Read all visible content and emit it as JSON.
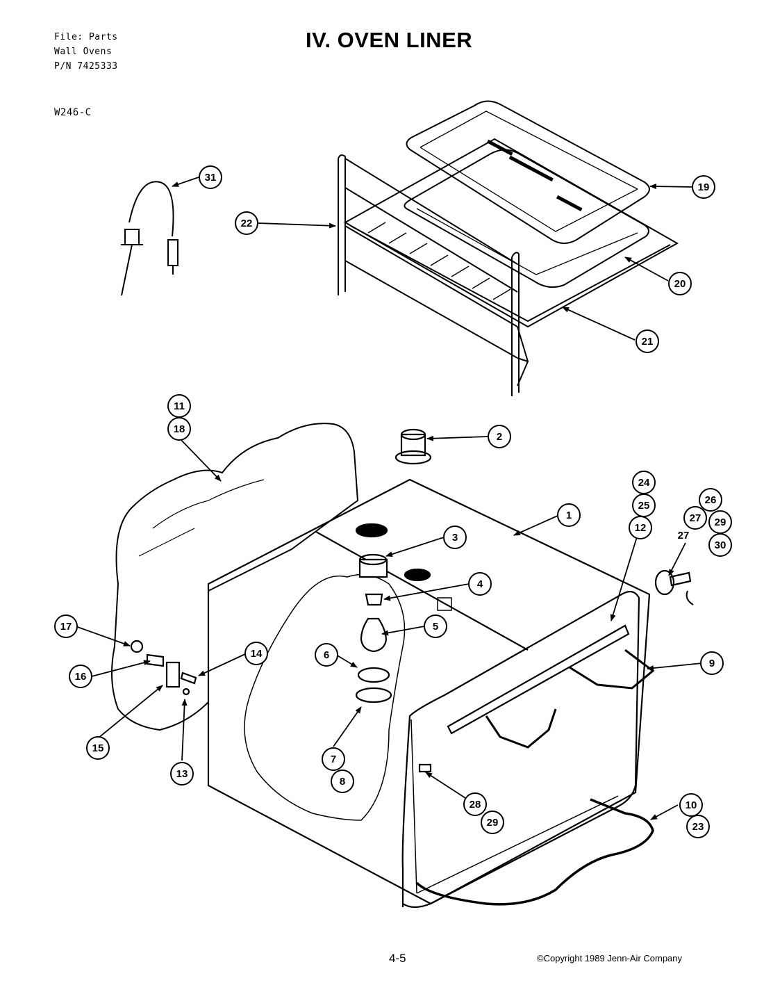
{
  "header": {
    "file_line": "File: Parts",
    "category_line": "Wall Ovens",
    "part_number_line": "P/N 7425333",
    "title": "IV.  OVEN LINER",
    "model": "W246-C"
  },
  "footer": {
    "page_number": "4-5",
    "copyright": "©Copyright 1989 Jenn-Air Company"
  },
  "callouts": {
    "c1": "1",
    "c2": "2",
    "c3": "3",
    "c4": "4",
    "c5": "5",
    "c6": "6",
    "c7": "7",
    "c8": "8",
    "c9": "9",
    "c10": "10",
    "c11": "11",
    "c12": "12",
    "c13": "13",
    "c14": "14",
    "c15": "15",
    "c16": "16",
    "c17": "17",
    "c18": "18",
    "c19": "19",
    "c20": "20",
    "c21": "21",
    "c22": "22",
    "c23": "23",
    "c24": "24",
    "c25": "25",
    "c26": "26",
    "c27a": "27",
    "c27b": "27",
    "c28": "28",
    "c29a": "29",
    "c29b": "29",
    "c30": "30",
    "c31": "31"
  }
}
